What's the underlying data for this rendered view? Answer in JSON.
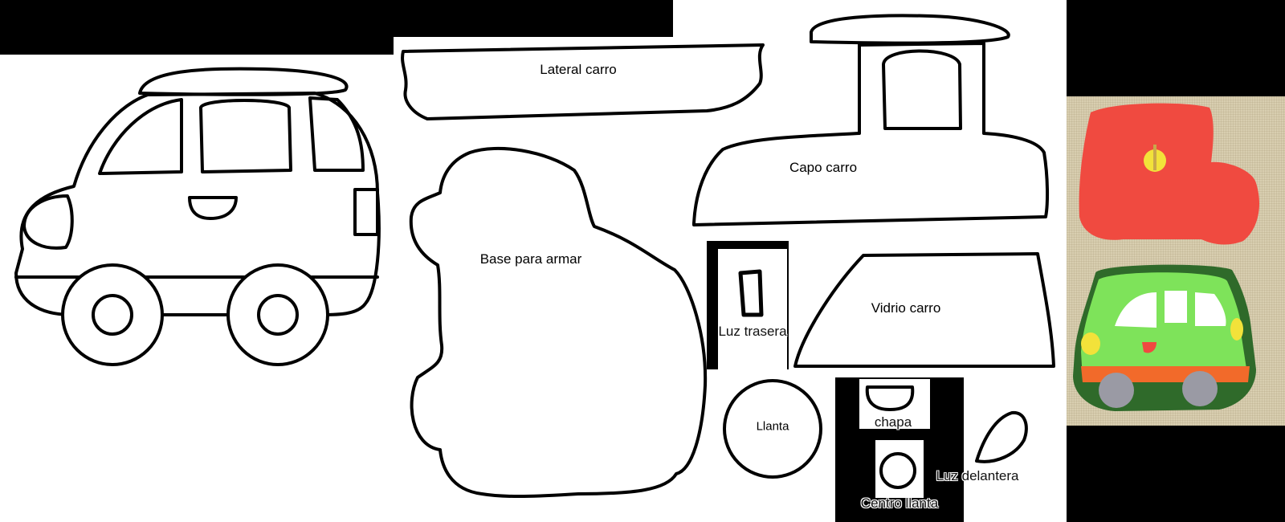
{
  "labels": {
    "lateral": "Lateral carro",
    "capo": "Capo carro",
    "base": "Base para armar",
    "vidrio": "Vidrio carro",
    "luz_trasera": "Luz trasera",
    "llanta": "Llanta",
    "chapa": "chapa",
    "centro_llanta": "Centro llanta",
    "luz_delantera": "Luz delantera"
  },
  "colors": {
    "red_car": "#f04a40",
    "green_car": "#7ee35a",
    "orange_stripe": "#f26a2a",
    "yellow_light": "#f2e23a",
    "wheel_gray": "#9a9aa4"
  }
}
